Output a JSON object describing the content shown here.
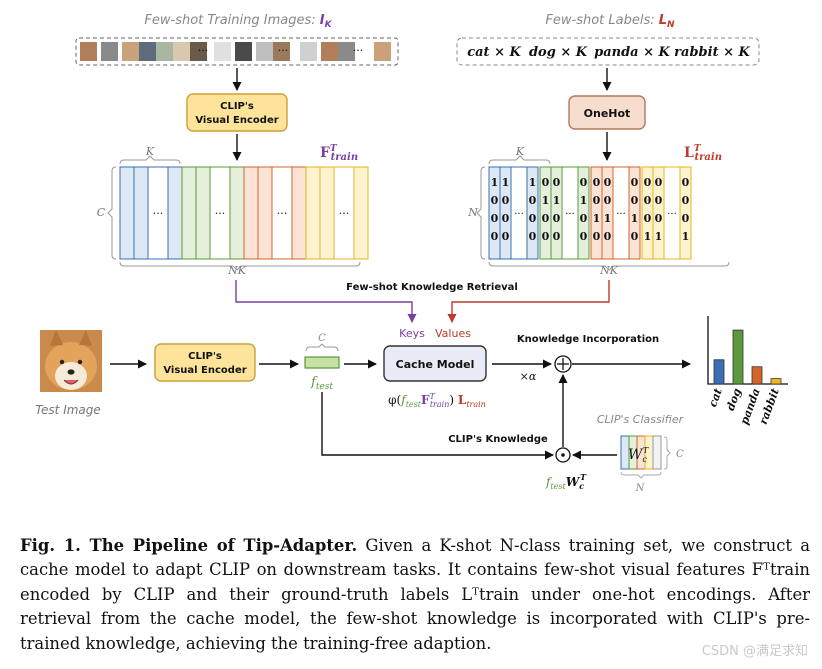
{
  "top": {
    "images_label": "Few-shot Training Images: ",
    "images_symbol": "I",
    "images_sub": "K",
    "labels_label": "Few-shot Labels: ",
    "labels_symbol": "L",
    "labels_sub": "N",
    "labels": [
      "cat × K",
      "dog × K",
      "panda × K",
      "rabbit × K"
    ],
    "ellipsis": "···"
  },
  "encoder_top": {
    "line1": "CLIP's",
    "line2": "Visual Encoder"
  },
  "onehot": "OneHot",
  "features": {
    "symbol": "F",
    "sup": "T",
    "sub": "train",
    "k_label": "K",
    "c_label": "C",
    "nk_label": "NK",
    "dots": "···"
  },
  "labels_matrix": {
    "symbol": "L",
    "sup": "T",
    "sub": "train",
    "k_label": "K",
    "n_label": "N",
    "nk_label": "NK",
    "dots": "···",
    "group_cols": [
      [
        [
          "1",
          "0",
          "0",
          "0"
        ],
        [
          "1",
          "0",
          "0",
          "0"
        ],
        [
          "1",
          "0",
          "0",
          "0"
        ]
      ],
      [
        [
          "0",
          "1",
          "0",
          "0"
        ],
        [
          "0",
          "1",
          "0",
          "0"
        ],
        [
          "0",
          "1",
          "0",
          "0"
        ]
      ],
      [
        [
          "0",
          "0",
          "1",
          "0"
        ],
        [
          "0",
          "0",
          "1",
          "0"
        ],
        [
          "0",
          "0",
          "1",
          "0"
        ]
      ],
      [
        [
          "0",
          "0",
          "0",
          "1"
        ],
        [
          "0",
          "0",
          "0",
          "1"
        ],
        [
          "0",
          "0",
          "0",
          "1"
        ]
      ]
    ]
  },
  "retrieval_label": "Few-shot  Knowledge Retrieval",
  "keys_label": "Keys",
  "values_label": "Values",
  "test_image_label": "Test Image",
  "encoder_bottom": {
    "line1": "CLIP's",
    "line2": "Visual Encoder"
  },
  "ftest": {
    "f": "f",
    "sub": "test",
    "c_label": "C"
  },
  "cache": {
    "label": "Cache Model",
    "formula_phi": "φ(",
    "formula_f": "f",
    "formula_fsub": "test",
    "formula_F": "F",
    "formula_Fsup": "T",
    "formula_Fsub": "train",
    "formula_close": ") ",
    "formula_L": "L",
    "formula_Lsub": "train"
  },
  "knowledge_incorporation": "Knowledge Incorporation",
  "alpha_label": "×α",
  "plus_symbol": "⊕",
  "dot_symbol": "⊙",
  "clip_knowledge": "CLIP's  Knowledge",
  "classifier": {
    "title": "CLIP's Classifier",
    "w": "W",
    "w_sub": "c",
    "w_sup": "T",
    "c_label": "C",
    "n_label": "N"
  },
  "ftest_w": {
    "f": "f",
    "fsub": "test",
    "W": "W",
    "Wsub": "c",
    "Wsup": "T"
  },
  "chart_data": {
    "type": "bar",
    "categories": [
      "cat",
      "dog",
      "panda",
      "rabbit"
    ],
    "values": [
      0.45,
      1.0,
      0.32,
      0.1
    ],
    "title": "",
    "xlabel": "",
    "ylabel": "",
    "ylim": [
      0,
      1.15
    ],
    "colors": [
      "#3a6fb5",
      "#5a9a3c",
      "#d5652a",
      "#f2b722"
    ]
  },
  "caption": {
    "lead": "Fig. 1. The Pipeline of Tip-Adapter.",
    "body": " Given a K-shot N-class training set, we construct a cache model to adapt CLIP on downstream tasks. It contains few-shot visual features Fᵀtrain encoded by CLIP and their ground-truth labels Lᵀtrain under one-hot encodings. After retrieval from the cache model, the few-shot knowledge is incorporated with CLIP's pre-trained knowledge, achieving the training-free adaption."
  },
  "watermark": "CSDN @满足求知",
  "colors": {
    "blue_fill": "#dde8f5",
    "blue_edge": "#3a6fb5",
    "green_fill": "#e4f0dc",
    "green_edge": "#5a9a3c",
    "orange_fill": "#fbe3d6",
    "orange_edge": "#d5652a",
    "yellow_fill": "#fdf3cf",
    "yellow_edge": "#e6b422",
    "purple": "#7b3fa0",
    "red": "#c0392b",
    "encoder_fill": "#fde49a",
    "encoder_edge": "#c9a13a",
    "onehot_fill": "#f6ddcd",
    "onehot_edge": "#b07a60"
  }
}
